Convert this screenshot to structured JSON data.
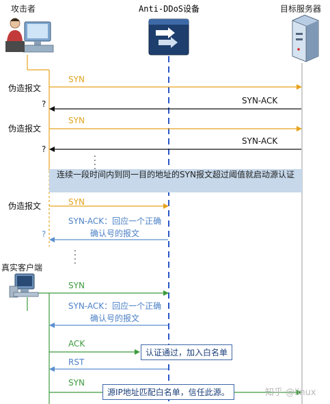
{
  "participants": {
    "attacker": "攻击者",
    "anti_ddos": "Anti-DDoS设备",
    "server": "目标服务器",
    "real_client": "真实客户端"
  },
  "side_labels": {
    "forged1": "伪造报文",
    "forged2": "伪造报文",
    "forged3": "伪造报文"
  },
  "question_marks": [
    "?",
    "?",
    "?"
  ],
  "messages": {
    "syn1": "SYN",
    "synack1": "SYN-ACK",
    "syn2": "SYN",
    "synack2": "SYN-ACK",
    "syn3": "SYN",
    "synack_reply_attacker": "SYN-ACK：回应一个正确确认号的报文",
    "syn_client": "SYN",
    "synack_reply_client": "SYN-ACK：回应一个正确确认号的报文",
    "ack": "ACK",
    "rst": "RST",
    "syn_final": "SYN"
  },
  "banner": "连续一段时间内到同一目的地址的SYN报文超过阈值就启动源认证",
  "notes": {
    "whitelist_add": "认证通过，加入白名单",
    "whitelist_match": "源IP地址匹配白名单，信任此源。"
  },
  "watermark": "知乎 @linux",
  "colors": {
    "orange": "#e8a21c",
    "black": "#111111",
    "blue": "#4c81c6",
    "green": "#3c9a3c",
    "banner_bg": "#c6d8ea"
  }
}
